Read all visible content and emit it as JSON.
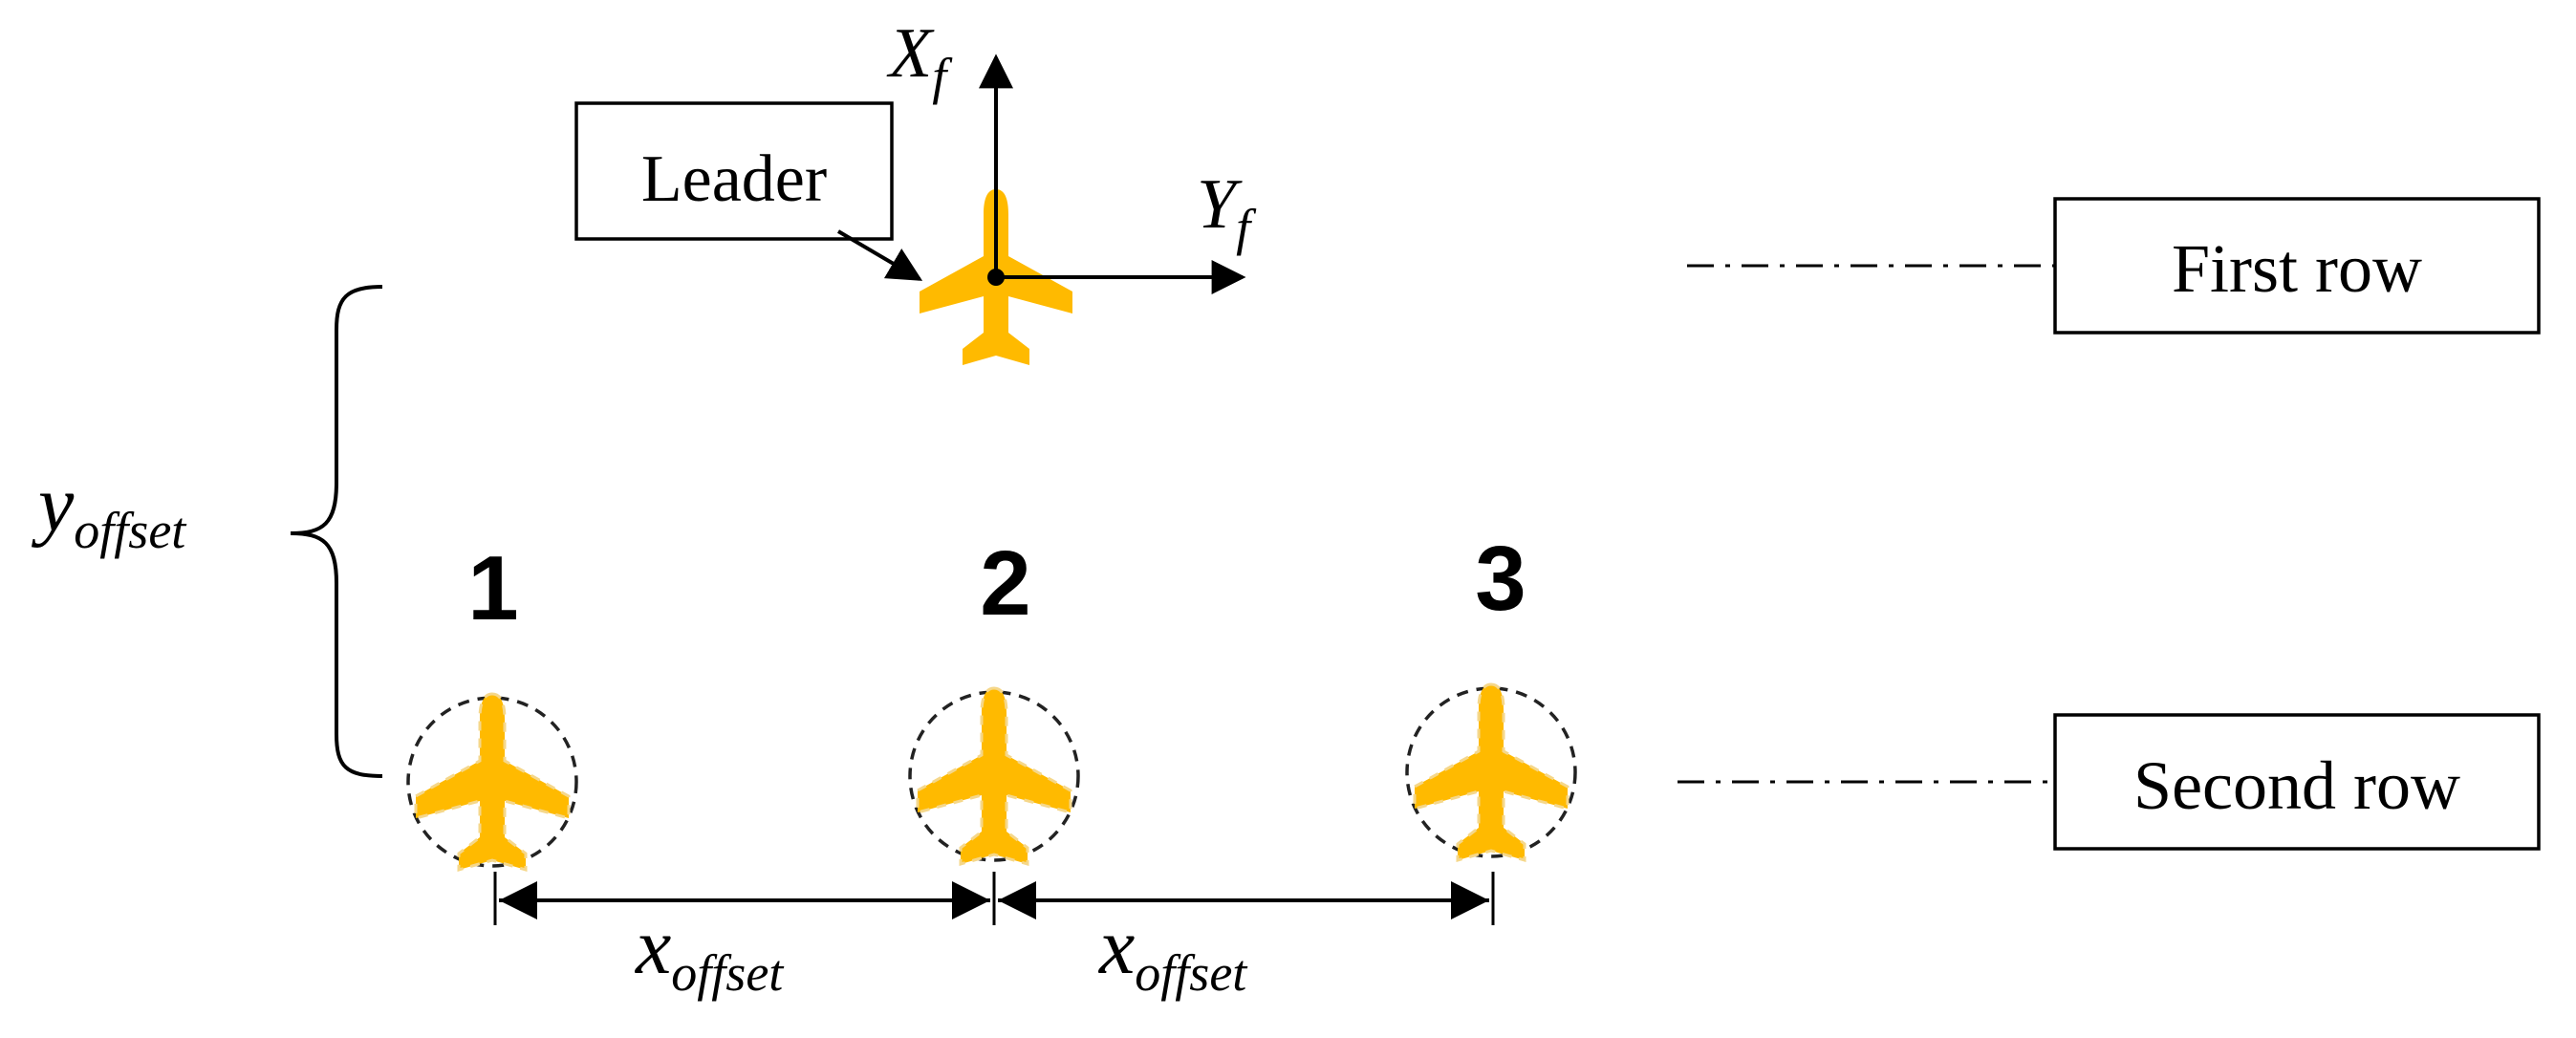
{
  "leader_box": {
    "label": "Leader"
  },
  "frame_axes": {
    "x_axis": {
      "base": "X",
      "subscript": "f"
    },
    "y_axis": {
      "base": "Y",
      "subscript": "f"
    }
  },
  "rows": [
    {
      "label": "First row"
    },
    {
      "label": "Second row"
    }
  ],
  "followers": [
    {
      "number": "1"
    },
    {
      "number": "2"
    },
    {
      "number": "3"
    }
  ],
  "y_offset": {
    "base": "y",
    "subscript": "offset"
  },
  "x_offsets": [
    {
      "base": "x",
      "subscript": "offset"
    },
    {
      "base": "x",
      "subscript": "offset"
    }
  ],
  "colors": {
    "aircraft": "#FFBA00",
    "aircraft_dashes": "#F5D78A",
    "lines": "#000000",
    "background": "#FFFFFF"
  },
  "icons": {
    "aircraft": "airplane-icon",
    "formation_circle": "dashed-circle-icon"
  }
}
